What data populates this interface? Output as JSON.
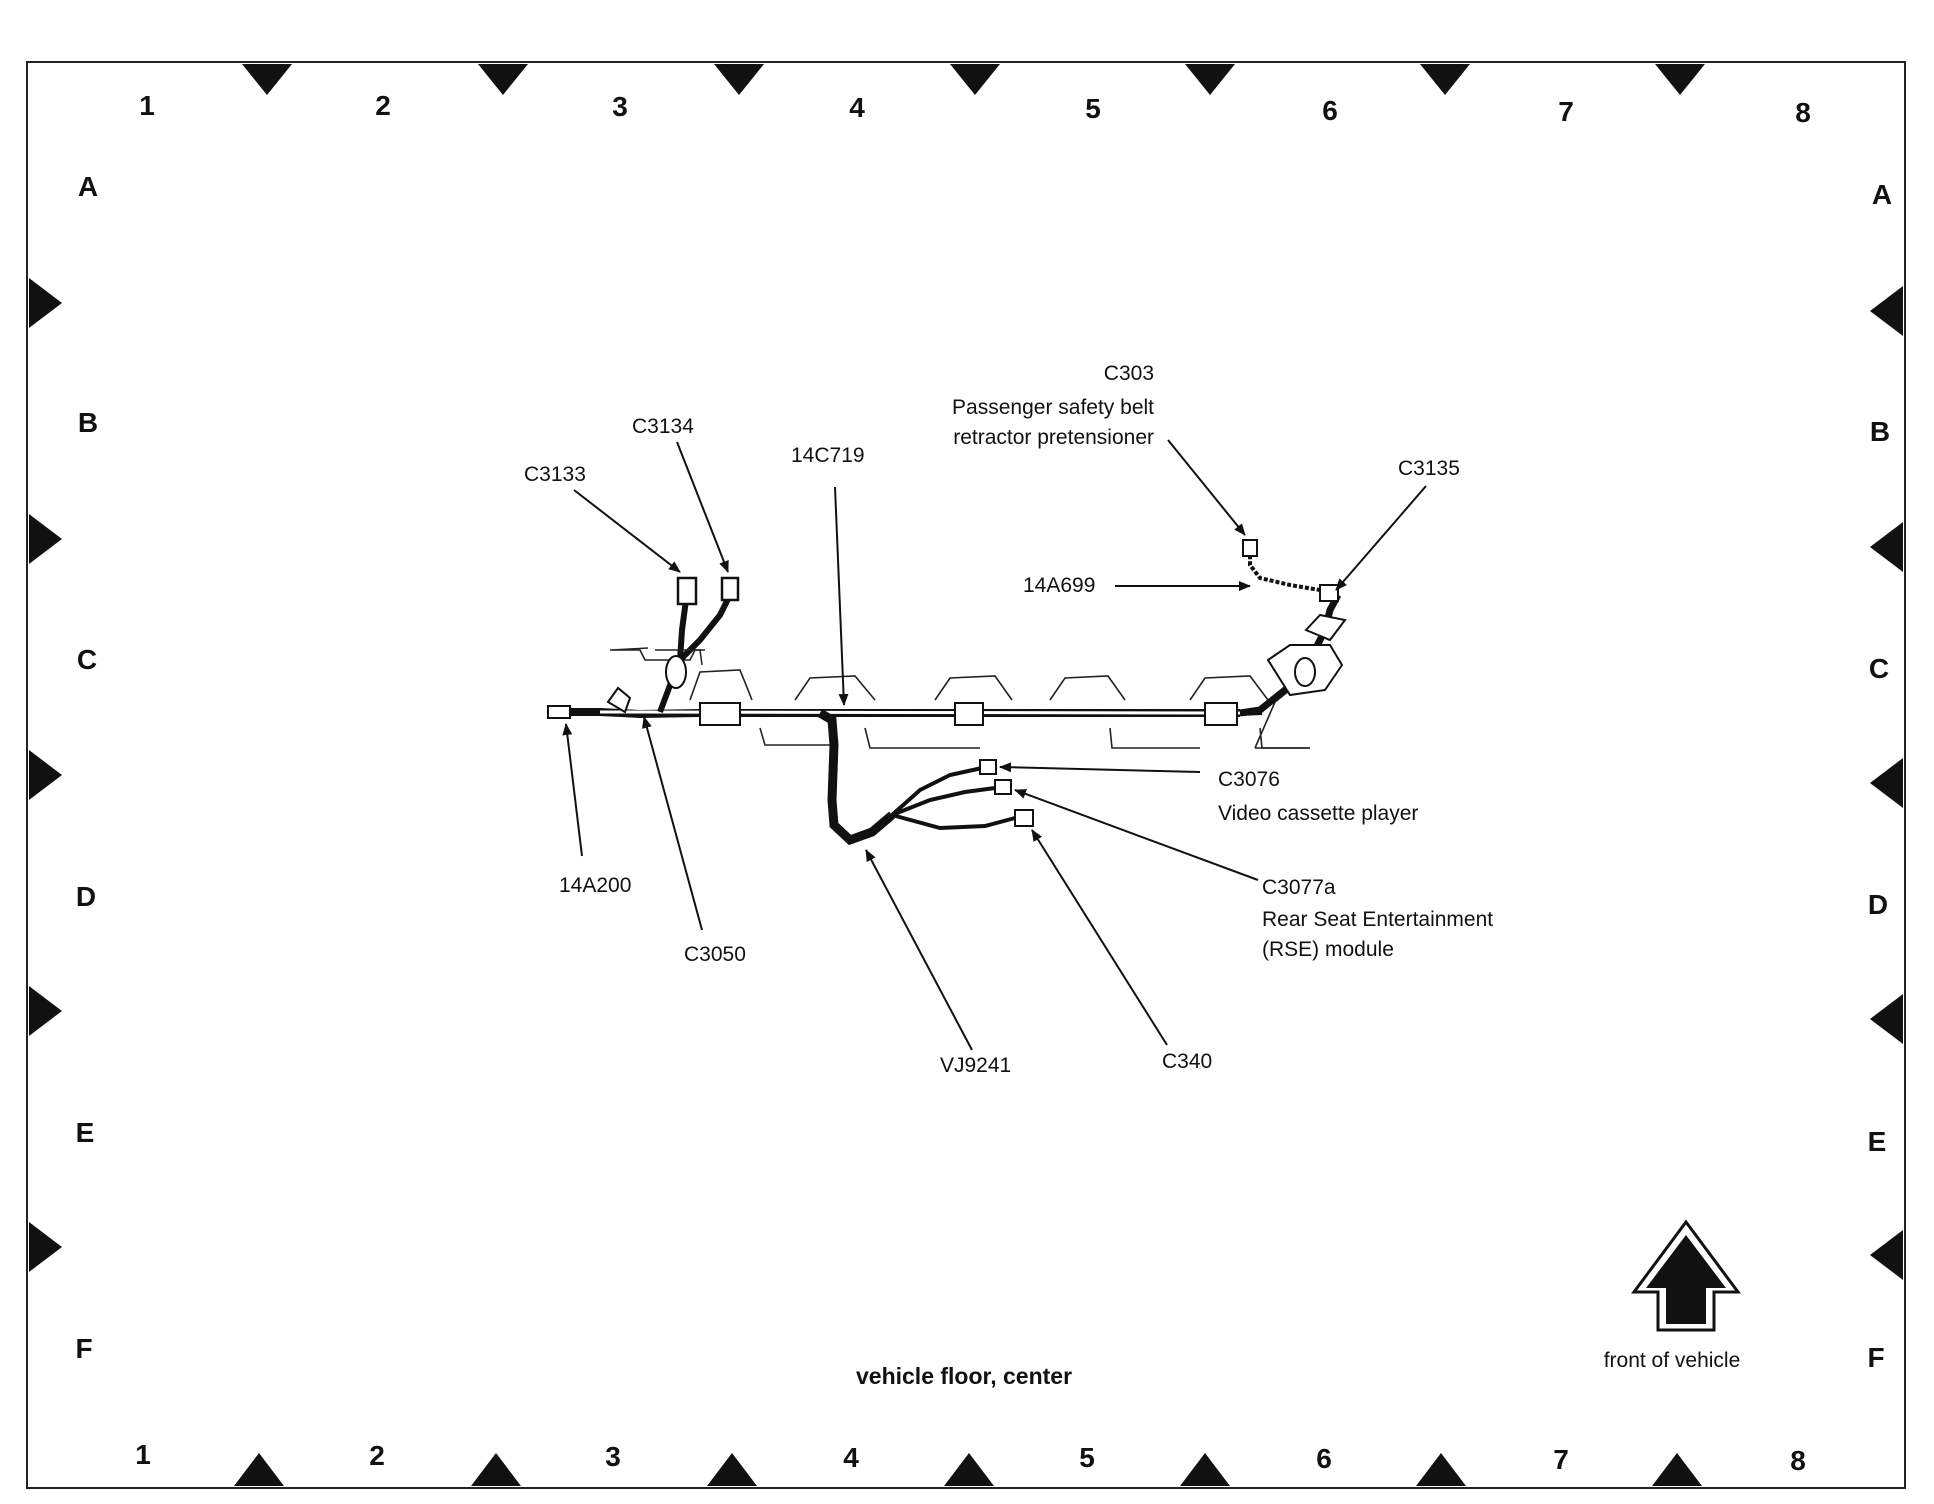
{
  "grid": {
    "columns": [
      "1",
      "2",
      "3",
      "4",
      "5",
      "6",
      "7",
      "8"
    ],
    "rows": [
      "A",
      "B",
      "C",
      "D",
      "E",
      "F"
    ]
  },
  "callouts": {
    "c303": "C303",
    "c303_desc_1": "Passenger safety belt",
    "c303_desc_2": "retractor pretensioner",
    "c3133": "C3133",
    "c3134": "C3134",
    "p14c719": "14C719",
    "c3135": "C3135",
    "p14a699": "14A699",
    "c3076": "C3076",
    "c3076_desc": "Video cassette player",
    "c3077a": "C3077a",
    "c3077a_desc_1": "Rear Seat Entertainment",
    "c3077a_desc_2": "(RSE) module",
    "p14a200": "14A200",
    "c3050": "C3050",
    "vj9241": "VJ9241",
    "c340": "C340"
  },
  "caption": "vehicle floor, center",
  "front_label": "front of vehicle",
  "colors": {
    "ink": "#111111",
    "background": "#ffffff"
  }
}
